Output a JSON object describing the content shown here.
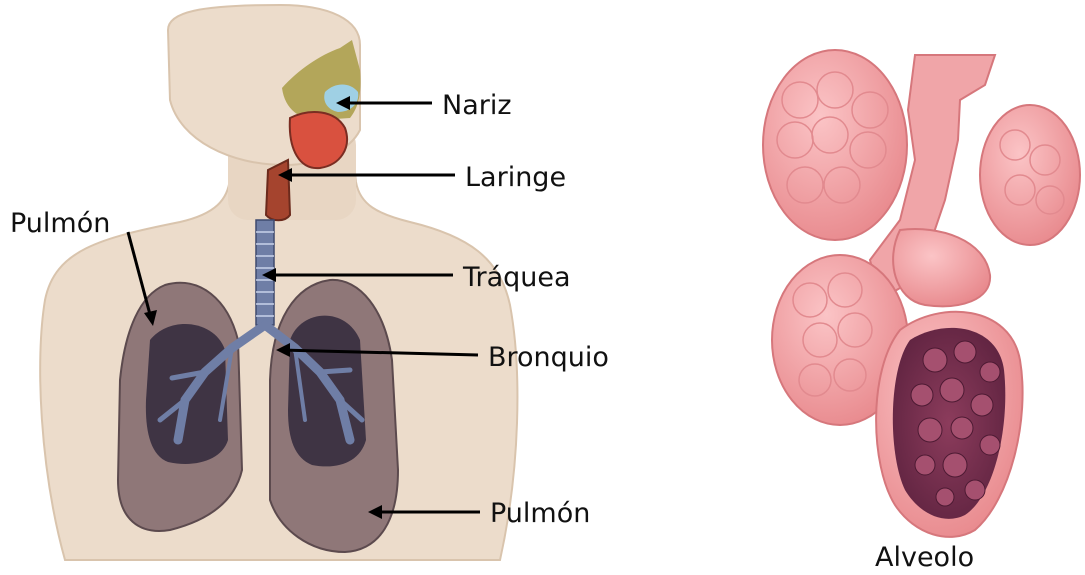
{
  "labels": {
    "nariz": "Nariz",
    "laringe": "Laringe",
    "pulmon_left": "Pulmón",
    "traquea": "Tráquea",
    "bronquio": "Bronquio",
    "pulmon_right": "Pulmón",
    "alveolo": "Alveolo"
  },
  "colors": {
    "skin": "#ecdccb",
    "skin_shade": "#d9c4ad",
    "lung": "#8f7778",
    "lung_dark": "#3f3444",
    "lung_edge": "#5c4a4e",
    "trachea": "#6f7ea6",
    "nasal": "#b3a65a",
    "nasal_blue": "#9fd0e4",
    "throat": "#d9513f",
    "larynx": "#a5442e",
    "alveolus_pink": "#f3a3a6",
    "alveolus_shade": "#e08286",
    "alveolus_dark": "#7a3350"
  }
}
